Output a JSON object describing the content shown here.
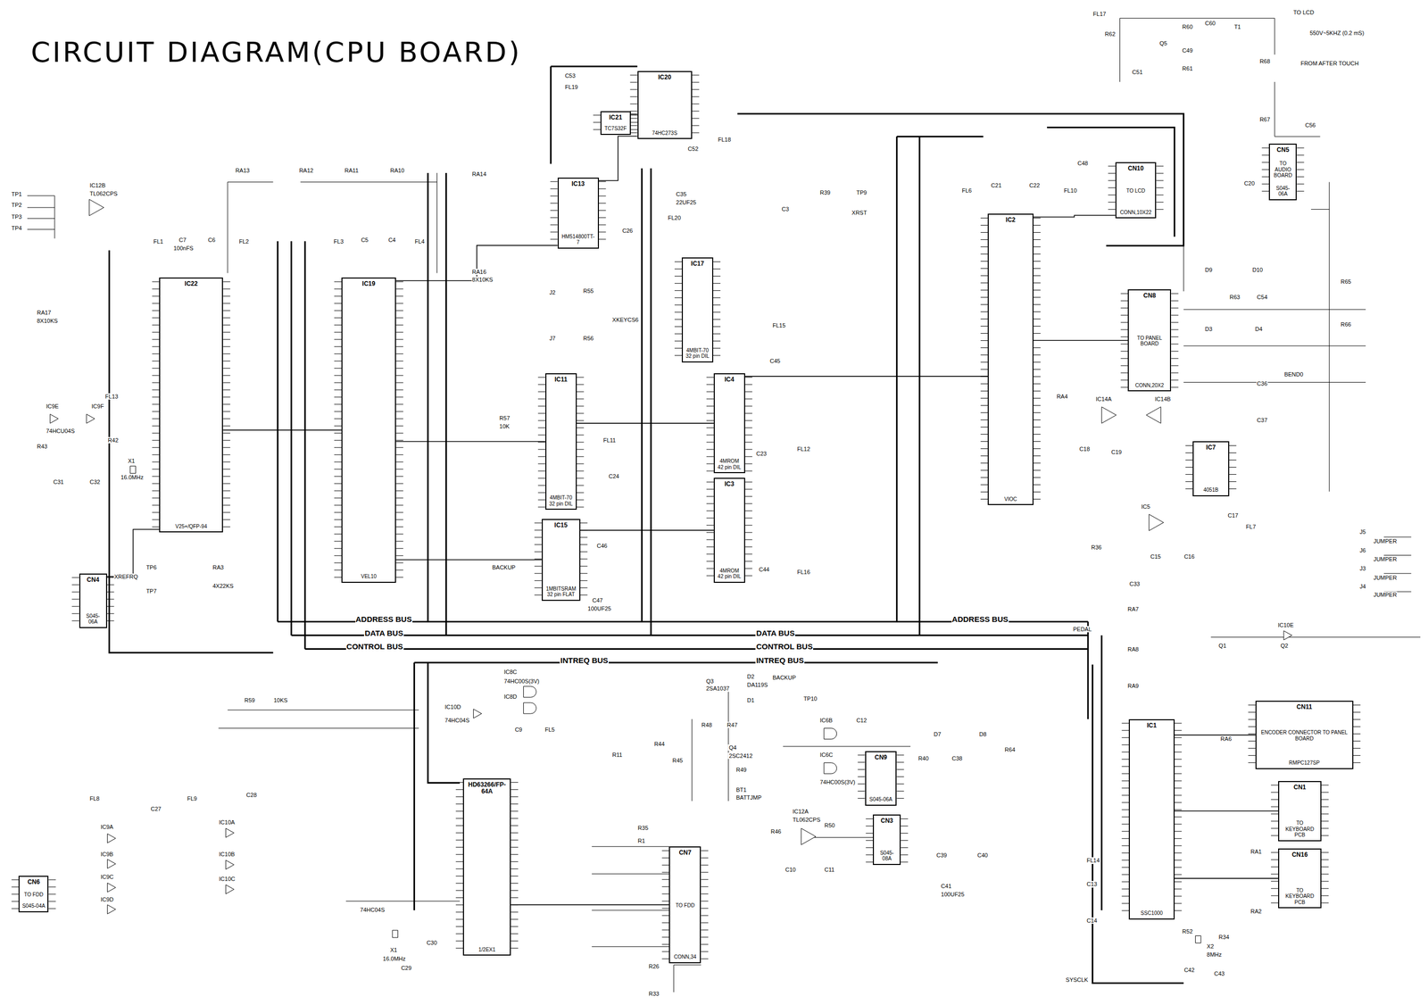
{
  "diagram": {
    "title": "CIRCUIT DIAGRAM(CPU BOARD)",
    "nodes": [
      {
        "text": [
          "IC22",
          "V25+/QFP-94"
        ]
      },
      {
        "text": [
          "IC19",
          "VEL10"
        ]
      },
      {
        "text": [
          "IC13",
          "HM514800TT-7"
        ]
      },
      {
        "text": [
          "IC20",
          "74HC273S"
        ]
      },
      {
        "text": [
          "IC21",
          "TC7S32F"
        ]
      },
      {
        "text": [
          "IC17",
          "4MBIT-70 32 pin DIL"
        ]
      },
      {
        "text": [
          "IC11",
          "4MBIT-70 32 pin DIL"
        ]
      },
      {
        "text": [
          "IC15",
          "1MBITSRAM 32 pin FLAT"
        ]
      },
      {
        "text": [
          "IC4",
          "4MROM 42 pin DIL"
        ]
      },
      {
        "text": [
          "IC3",
          "4MROM 42 pin DIL"
        ]
      },
      {
        "text": [
          "IC2",
          "VIOC"
        ]
      },
      {
        "text": [
          "IC1",
          "SSC1000"
        ]
      },
      {
        "text": [
          "HD63266/FP-64A",
          "1/2EX1"
        ]
      },
      {
        "text": [
          "CN10",
          "TO LCD",
          "CONN,10X22"
        ]
      },
      {
        "text": [
          "CN8",
          "TO PANEL BOARD",
          "CONN,20X2"
        ]
      },
      {
        "text": [
          "CN5",
          "TO AUDIO BOARD",
          "S045-06A"
        ]
      },
      {
        "text": [
          "CN11",
          "ENCODER CONNECTOR TO PANEL BOARD",
          "RMPC127SP"
        ]
      },
      {
        "text": [
          "CN1",
          "TO KEYBOARD PCB"
        ]
      },
      {
        "text": [
          "CN16",
          "TO KEYBOARD PCB"
        ]
      },
      {
        "text": [
          "CN7",
          "TO FDD",
          "CONN,34"
        ]
      },
      {
        "text": [
          "CN4",
          "S045-06A"
        ]
      },
      {
        "text": [
          "CN6",
          "TO FDD",
          "S045-04A"
        ]
      },
      {
        "text": [
          "CN9",
          "S045-06A"
        ]
      },
      {
        "text": [
          "CN3",
          "S045-08A"
        ]
      },
      {
        "text": [
          "IC7",
          "4051B"
        ]
      }
    ],
    "edges": [
      {
        "from": 0,
        "to": 1,
        "arrow": "none"
      },
      {
        "from": 1,
        "to": 2,
        "arrow": "none"
      },
      {
        "from": 1,
        "to": 6,
        "arrow": "none"
      },
      {
        "from": 1,
        "to": 7,
        "arrow": "none"
      },
      {
        "from": 6,
        "to": 8,
        "arrow": "none"
      },
      {
        "from": 7,
        "to": 9,
        "arrow": "none"
      },
      {
        "from": 2,
        "to": 3,
        "arrow": "none"
      },
      {
        "from": 4,
        "to": 3,
        "arrow": "none"
      },
      {
        "from": 8,
        "to": 10,
        "arrow": "none"
      },
      {
        "from": 10,
        "to": 13,
        "arrow": "none"
      },
      {
        "from": 10,
        "to": 14,
        "arrow": "none"
      },
      {
        "from": 11,
        "to": 16,
        "arrow": "none"
      },
      {
        "from": 11,
        "to": 17,
        "arrow": "none"
      },
      {
        "from": 11,
        "to": 18,
        "arrow": "none"
      },
      {
        "from": 12,
        "to": 19,
        "arrow": "none"
      },
      {
        "from": 20,
        "to": 0,
        "arrow": "none"
      }
    ],
    "labels": [
      "TP1",
      "TP2",
      "TP3",
      "TP4",
      "IC12B",
      "TL062CPS",
      "RA17",
      "8X10KS",
      "FL1",
      "C7",
      "100nFS",
      "C6",
      "FL2",
      "RA13",
      "RA12",
      "RA11",
      "RA10",
      "FL3",
      "C5",
      "C4",
      "FL4",
      "RA14",
      "RA16",
      "8X10KS",
      "C53",
      "FL19",
      "C52",
      "FL18",
      "C35",
      "22UF25",
      "C26",
      "FL20",
      "J2",
      "R55",
      "J7",
      "R56",
      "XKEYCS6",
      "C3",
      "R39",
      "TP9",
      "XRST",
      "R57",
      "10K",
      "FL11",
      "C24",
      "C45",
      "FL15",
      "FL12",
      "C23",
      "C44",
      "FL16",
      "C46",
      "C47",
      "100UF25",
      "BACKUP",
      "IC9E",
      "IC9F",
      "74HCU04S",
      "FL13",
      "R43",
      "R42",
      "X1",
      "16.0MHz",
      "C31",
      "C32",
      "TP6",
      "TP7",
      "XREFRQ",
      "RA3",
      "4X22KS",
      "R59",
      "10KS",
      "ADDRESS BUS",
      "DATA BUS",
      "CONTROL BUS",
      "INTREQ BUS",
      "DATA BUS",
      "CONTROL BUS",
      "INTREQ BUS",
      "ADDRESS BUS",
      "IC8C",
      "74HC00S(3V)",
      "IC8D",
      "IC10D",
      "74HC04S",
      "C9",
      "FL5",
      "Q3",
      "2SA1037",
      "D2",
      "DA119S",
      "D1",
      "BACKUP",
      "R48",
      "R47",
      "Q4",
      "2SC2412",
      "R44",
      "R45",
      "R49",
      "BT1",
      "BATTJMP",
      "TP10",
      "C12",
      "IC6B",
      "IC6C",
      "74HC00S(3V)",
      "IC12A",
      "TL062CPS",
      "R46",
      "R50",
      "C10",
      "C11",
      "C39",
      "C40",
      "C41",
      "100UF25",
      "D7",
      "D8",
      "R40",
      "C38",
      "R64",
      "FL8",
      "C27",
      "IC9A",
      "IC9B",
      "IC9C",
      "IC9D",
      "FL9",
      "C28",
      "IC10A",
      "IC10B",
      "IC10C",
      "R11",
      "R35",
      "R1",
      "R26",
      "R33",
      "X1",
      "16.0MHz",
      "C30",
      "C29",
      "74HC04S",
      "C48",
      "FL6",
      "C21",
      "C22",
      "FL10",
      "C20",
      "D9",
      "D10",
      "R65",
      "R63",
      "C54",
      "D3",
      "D4",
      "R66",
      "C36",
      "BEND0",
      "C37",
      "RA4",
      "IC14A",
      "IC14B",
      "C18",
      "C19",
      "IC5",
      "C15",
      "C16",
      "C17",
      "FL7",
      "C33",
      "R36",
      "J5",
      "J6",
      "J3",
      "J4",
      "JUMPER",
      "JUMPER",
      "JUMPER",
      "JUMPER",
      "PEDAL",
      "IC10E",
      "Q1",
      "Q2",
      "RA7",
      "RA8",
      "RA9",
      "RA6",
      "RA1",
      "RA2",
      "C13",
      "C14",
      "FL14",
      "R52",
      "X2",
      "8MHz",
      "R34",
      "C42",
      "C43",
      "SYSCLK",
      "FL17",
      "R62",
      "C51",
      "Q5",
      "R60",
      "C60",
      "T1",
      "C49",
      "R61",
      "TO LCD",
      "550V~5KHZ (0.2 mS)",
      "FROM AFTER TOUCH",
      "R68",
      "R67",
      "C56"
    ]
  }
}
